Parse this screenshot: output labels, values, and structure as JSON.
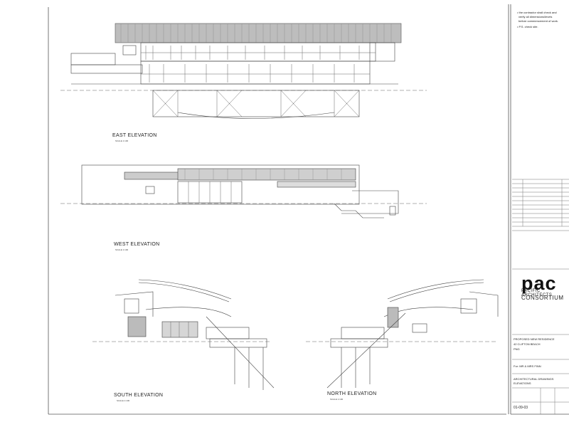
{
  "labels": {
    "east_elevation": "EAST ELEVATION",
    "west_elevation": "WEST ELEVATION",
    "south_elevation": "SOUTH ELEVATION",
    "north_elevation": "NORTH ELEVATION",
    "scale": "SCALE 1:100"
  },
  "notes": {
    "line1": "• the contractor shall check and",
    "line2": "verify all dimensions/levels",
    "line3": "before commencement of work.",
    "line4": "• P.S. check site."
  },
  "title_block": {
    "logo": "pac",
    "firm_line1": "PACIFIC ARCHITECTS",
    "firm_line2": "CONSORTIUM",
    "project_title": "PROPOSED NEW RESIDENCE",
    "project_address": "42 CLIFTON BEACH",
    "project_place": "PNG",
    "client": "For: MR & MRS FINN",
    "drawing_title": "ARCHITECTURAL DRAWINGS",
    "drawing_subtitle": "ELEVATIONS",
    "date": "01-09-03"
  }
}
